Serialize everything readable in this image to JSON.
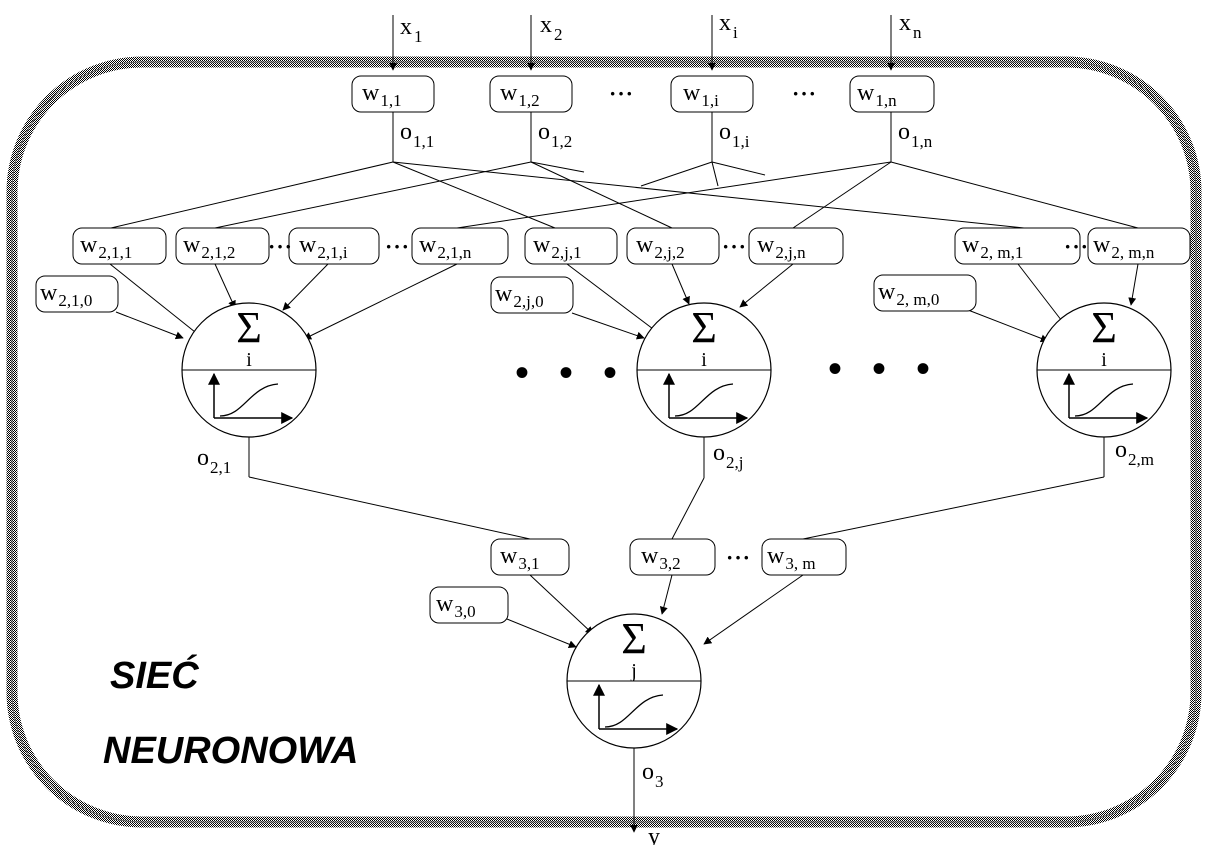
{
  "title": {
    "line1": "SIEĆ",
    "line2": "NEURONOWA"
  },
  "inputs": [
    {
      "base": "x",
      "sub": "1"
    },
    {
      "base": "x",
      "sub": "2"
    },
    {
      "base": "x",
      "sub": "i"
    },
    {
      "base": "x",
      "sub": "n"
    }
  ],
  "layer1_weights": [
    {
      "base": "w",
      "sub": "1,1"
    },
    {
      "base": "w",
      "sub": "1,2"
    },
    {
      "base": "w",
      "sub": "1,i"
    },
    {
      "base": "w",
      "sub": "1,n"
    }
  ],
  "layer1_outputs": [
    {
      "base": "o",
      "sub": "1,1"
    },
    {
      "base": "o",
      "sub": "1,2"
    },
    {
      "base": "o",
      "sub": "1,i"
    },
    {
      "base": "o",
      "sub": "1,n"
    }
  ],
  "layer2_weights": [
    {
      "base": "w",
      "sub": "2,1,1"
    },
    {
      "base": "w",
      "sub": "2,1,2"
    },
    {
      "base": "w",
      "sub": "2,1,i"
    },
    {
      "base": "w",
      "sub": "2,1,n"
    },
    {
      "base": "w",
      "sub": "2,j,1"
    },
    {
      "base": "w",
      "sub": "2,j,2"
    },
    {
      "base": "w",
      "sub": "2,j,n"
    },
    {
      "base": "w",
      "sub": "2, m,1"
    },
    {
      "base": "w",
      "sub": "2, m,n"
    }
  ],
  "layer2_bias": [
    {
      "base": "w",
      "sub": "2,1,0"
    },
    {
      "base": "w",
      "sub": "2,j,0"
    },
    {
      "base": "w",
      "sub": "2, m,0"
    }
  ],
  "neurons2": [
    {
      "sigma": "Σ",
      "index": "i"
    },
    {
      "sigma": "Σ",
      "index": "i"
    },
    {
      "sigma": "Σ",
      "index": "i"
    }
  ],
  "layer2_outputs": [
    {
      "base": "o",
      "sub": "2,1"
    },
    {
      "base": "o",
      "sub": "2,j"
    },
    {
      "base": "o",
      "sub": "2,m"
    }
  ],
  "layer3_weights": [
    {
      "base": "w",
      "sub": "3,1"
    },
    {
      "base": "w",
      "sub": "3,2"
    },
    {
      "base": "w",
      "sub": "3, m"
    }
  ],
  "layer3_bias": {
    "base": "w",
    "sub": "3,0"
  },
  "neuron3": {
    "sigma": "Σ",
    "index": "j"
  },
  "output": {
    "o3_base": "o",
    "o3_sub": "3",
    "y": "y"
  },
  "ellipsis_small": "···",
  "ellipsis_big": "• • •"
}
